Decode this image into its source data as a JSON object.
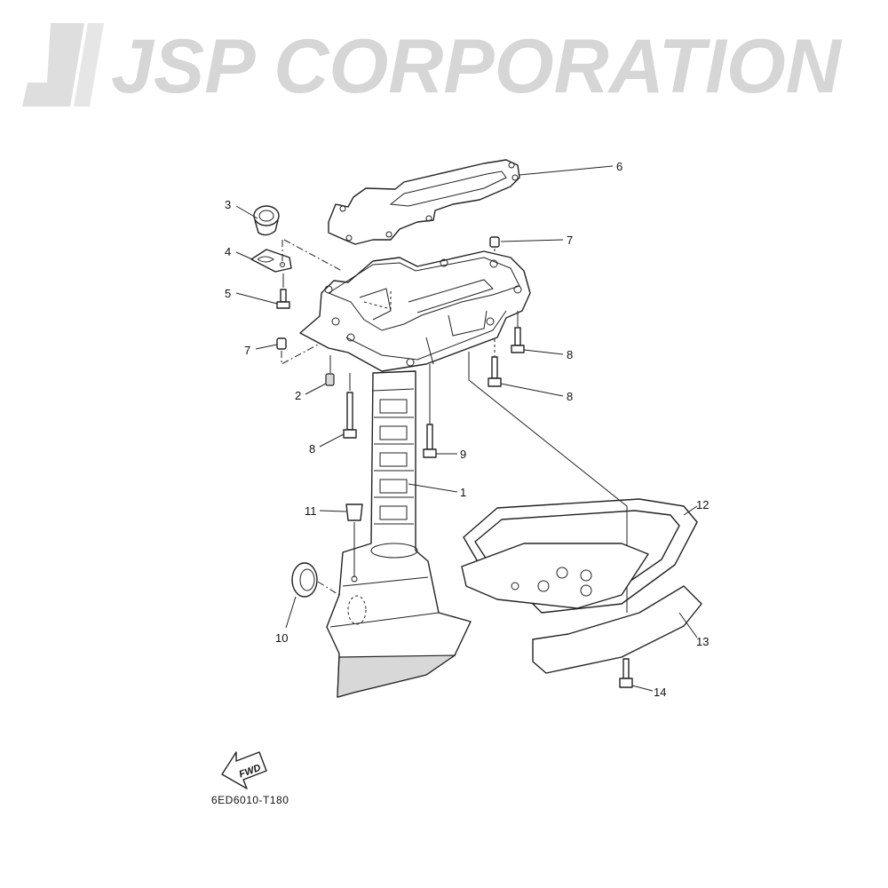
{
  "watermark": {
    "text": "JSP CORPORATION"
  },
  "diagram_code": "6ED6010-T180",
  "fwd_label": "FWD",
  "callouts": [
    {
      "id": "6",
      "label": "6"
    },
    {
      "id": "3",
      "label": "3"
    },
    {
      "id": "7a",
      "label": "7"
    },
    {
      "id": "4",
      "label": "4"
    },
    {
      "id": "5",
      "label": "5"
    },
    {
      "id": "7b",
      "label": "7"
    },
    {
      "id": "8a",
      "label": "8"
    },
    {
      "id": "2",
      "label": "2"
    },
    {
      "id": "8b",
      "label": "8"
    },
    {
      "id": "8c",
      "label": "8"
    },
    {
      "id": "9",
      "label": "9"
    },
    {
      "id": "1",
      "label": "1"
    },
    {
      "id": "11",
      "label": "11"
    },
    {
      "id": "12",
      "label": "12"
    },
    {
      "id": "10",
      "label": "10"
    },
    {
      "id": "13",
      "label": "13"
    },
    {
      "id": "14",
      "label": "14"
    }
  ]
}
